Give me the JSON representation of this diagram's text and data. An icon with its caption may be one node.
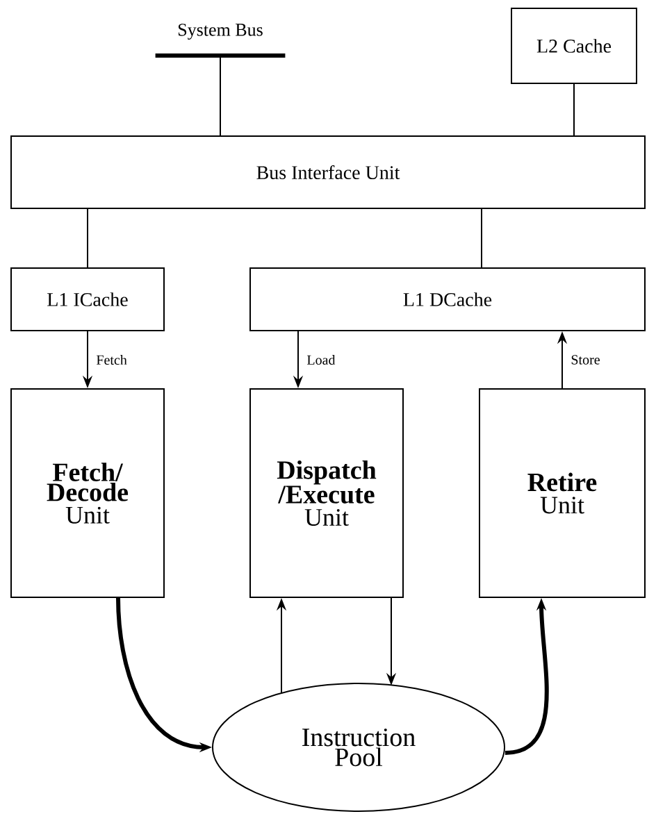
{
  "diagram": {
    "nodes": [
      {
        "text": [
          "System Bus"
        ]
      },
      {
        "text": [
          "L2 Cache"
        ]
      },
      {
        "text": [
          "Bus Interface Unit"
        ]
      },
      {
        "text": [
          "L1 ICache"
        ]
      },
      {
        "text": [
          "L1 DCache"
        ]
      },
      {
        "text": [
          "Fetch/ Decode",
          "Unit"
        ]
      },
      {
        "text": [
          "Dispatch /Execute",
          "Unit"
        ]
      },
      {
        "text": [
          "Retire",
          "Unit"
        ]
      },
      {
        "text": [
          "Instruction Pool"
        ]
      }
    ],
    "edges": [
      {
        "from": 0,
        "to": 2,
        "arrow": "none"
      },
      {
        "from": 1,
        "to": 2,
        "arrow": "none"
      },
      {
        "from": 2,
        "to": 3,
        "arrow": "none"
      },
      {
        "from": 2,
        "to": 4,
        "arrow": "none"
      },
      {
        "from": 3,
        "to": 5,
        "arrow": "to",
        "label": "Fetch"
      },
      {
        "from": 4,
        "to": 6,
        "arrow": "to",
        "label": "Load"
      },
      {
        "from": 7,
        "to": 4,
        "arrow": "to",
        "label": "Store"
      },
      {
        "from": 5,
        "to": 8,
        "arrow": "to",
        "style": "thick"
      },
      {
        "from": 8,
        "to": 6,
        "arrow": "to"
      },
      {
        "from": 6,
        "to": 8,
        "arrow": "to"
      },
      {
        "from": 8,
        "to": 7,
        "arrow": "to",
        "style": "thick"
      }
    ]
  }
}
